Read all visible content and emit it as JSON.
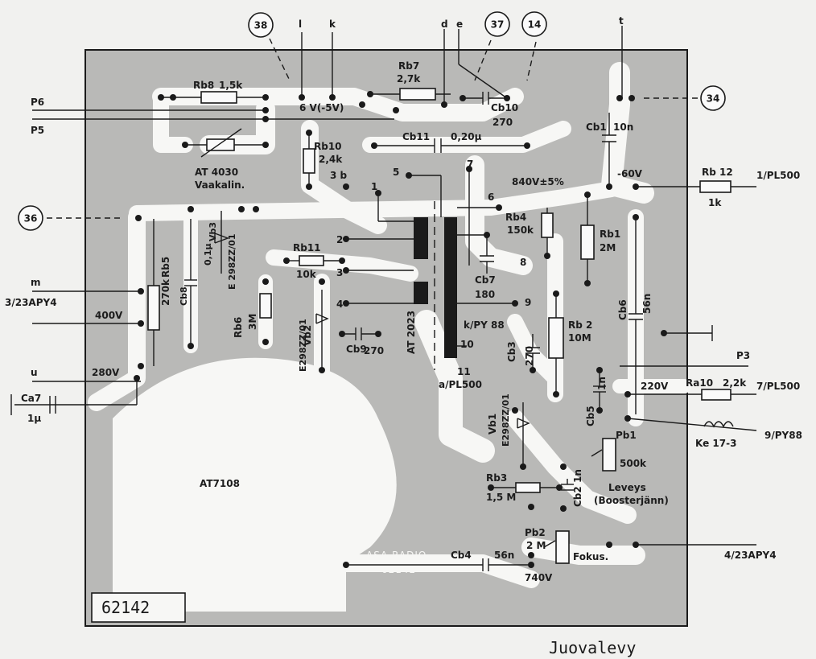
{
  "callouts": [
    "38",
    "37",
    "14",
    "34",
    "36"
  ],
  "pins_top": {
    "l": "l",
    "k": "k",
    "d": "d",
    "e": "e",
    "t": "t"
  },
  "left_labels": {
    "p6": "P6",
    "p5": "P5",
    "m": "m",
    "apy3": "3/23APY4",
    "v400": "400V",
    "u": "u",
    "v280": "280V",
    "ca7": "Ca7",
    "ca7_val": "1µ"
  },
  "right_labels": {
    "pl500_1": "1/PL500",
    "p3": "P3",
    "v220": "220V",
    "pl500_7": "7/PL500",
    "py88_9": "9/PY88",
    "apy4_4": "4/23APY4"
  },
  "components": {
    "rb8": "Rb8",
    "rb8_val": "1,5k",
    "rb7": "Rb7",
    "rb7_val": "2,7k",
    "cb10": "Cb10",
    "cb10_val": "270",
    "cb1": "Cb1",
    "cb1_val": "10n",
    "rb12": "Rb 12",
    "rb12_val": "1k",
    "v6": "6 V(-5V)",
    "cb11": "Cb11",
    "cb11_val": "0,20µ",
    "rb10": "Rb10",
    "rb10_val": "2,4k",
    "at4030": "AT 4030",
    "vaakalin": "Vaakalin.",
    "v840": "840V±5%",
    "vneg60": "-60V",
    "rb4": "Rb4",
    "rb4_val": "150k",
    "rb1": "Rb1",
    "rb1_val": "2M",
    "rb5": "Rb5",
    "rb5_val": "270k",
    "cb8": "Cb8",
    "cb8_val": "0,1µ",
    "vb3": "Vb3",
    "vb3_val": "E 298ZZ/01",
    "rb11": "Rb11",
    "rb11_val": "10k",
    "rb6": "Rb6",
    "rb6_val": "3M",
    "vb2": "Vb2",
    "vb2_val": "E298ZZ/01",
    "cb9": "Cb9",
    "cb9_val": "270",
    "cb7": "Cb7",
    "cb7_val": "180",
    "kpy88": "k/PY 88",
    "at2023": "AT 2023",
    "apl500": "a/PL500",
    "rb2": "Rb 2",
    "rb2_val": "10M",
    "cb3": "Cb3",
    "cb3_val": "270",
    "cb6": "Cb6",
    "cb6_val": "56n",
    "ra10": "Ra10",
    "ra10_val": "2,2k",
    "cb5": "Cb5",
    "cb5_val": "1n",
    "ke17": "Ke 17-3",
    "vb1": "Vb1",
    "vb1_val": "E298ZZ/01",
    "pb1": "Pb1",
    "pb1_val": "500k",
    "leveys": "Leveys",
    "boosterjann": "(Boosterjänn)",
    "rb3": "Rb3",
    "rb3_val": "1,5 M",
    "cb2": "Cb2",
    "cb2_val": "1n",
    "pb2": "Pb2",
    "pb2_val": "2 M",
    "fokus": "Fokus.",
    "cb4": "Cb4",
    "cb4_val": "56n",
    "v740": "740V",
    "at7108": "AT7108"
  },
  "pin_numbers": [
    "1",
    "2",
    "3",
    "4",
    "5",
    "6",
    "7",
    "8",
    "9",
    "10",
    "11",
    "3 b"
  ],
  "silk": {
    "brand": "ASA RADIO",
    "code": "62142"
  },
  "board_id": "62142",
  "caption": "Juovalevy",
  "colors": {
    "board": "#b9b9b7",
    "trace": "#f7f7f5",
    "ink": "#1a1a1a",
    "paper": "#f1f1ef"
  }
}
